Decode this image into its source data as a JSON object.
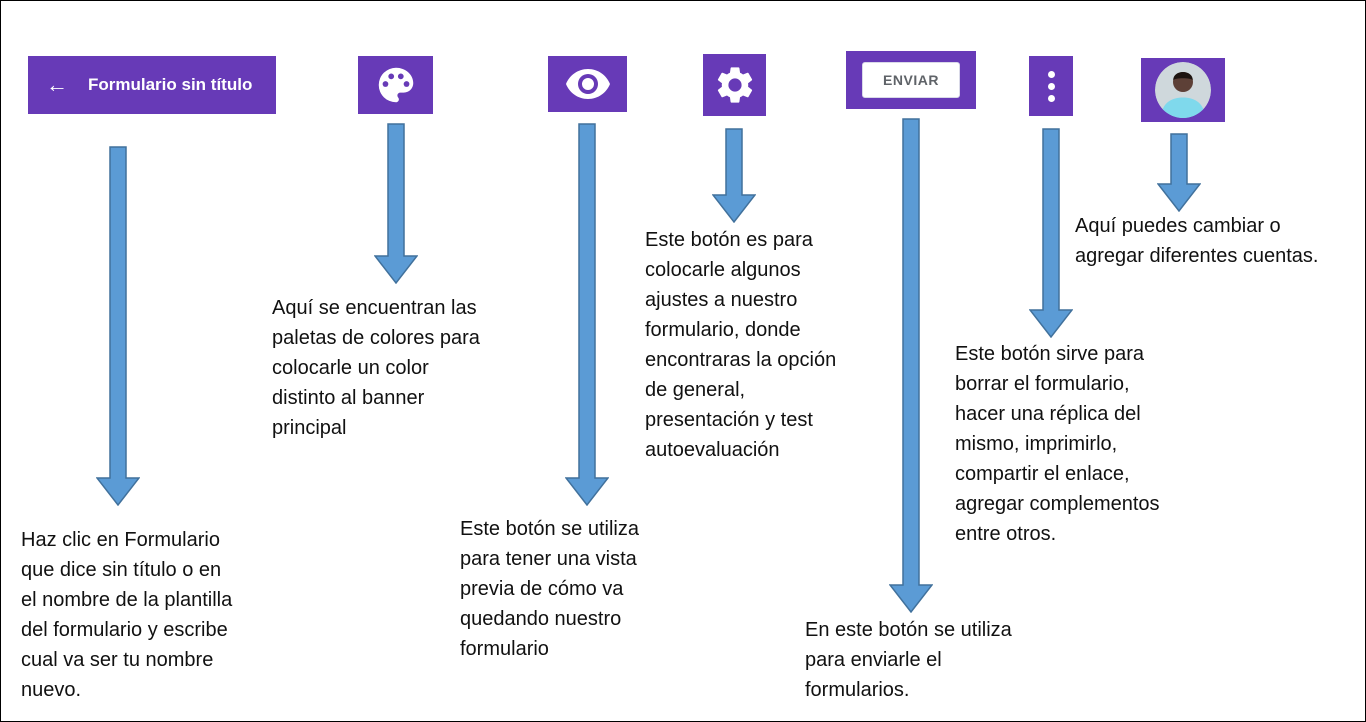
{
  "page": {
    "background": "#ffffff",
    "border_color": "#000000"
  },
  "colors": {
    "brand_purple": "#673ab7",
    "arrow_fill": "#5b9bd5",
    "arrow_stroke": "#41719c",
    "note_text": "#111111",
    "send_text": "#5f6368"
  },
  "toolbar": {
    "back_glyph": "←",
    "title": "Formulario sin título",
    "send_label": "ENVIAR",
    "icons": {
      "palette": "palette-icon",
      "preview": "eye-icon",
      "settings": "gear-icon",
      "more": "kebab-menu-icon",
      "account": "user-avatar"
    }
  },
  "annotations": {
    "title_note": "Haz clic en Formulario\nque dice sin título o en\nel nombre de la plantilla\ndel formulario y escribe\ncual va ser tu nombre\nnuevo.",
    "palette_note": "Aquí se encuentran las\npaletas de colores para\ncolocarle un color\ndistinto al banner\nprincipal",
    "preview_note": "Este botón se utiliza\npara tener una vista\nprevia de cómo va\nquedando nuestro\nformulario",
    "settings_note": "Este botón es para\ncolocarle algunos\najustes a nuestro\nformulario, donde\nencontraras la opción\nde general,\npresentación y test\nautoevaluación",
    "send_note": "En este botón se utiliza\npara enviarle el\nformularios.",
    "more_note": "Este botón sirve para\nborrar el formulario,\nhacer una réplica del\nmismo, imprimirlo,\ncompartir el enlace,\nagregar complementos\nentre otros.",
    "account_note": "Aquí puedes cambiar o\nagregar diferentes cuentas."
  }
}
